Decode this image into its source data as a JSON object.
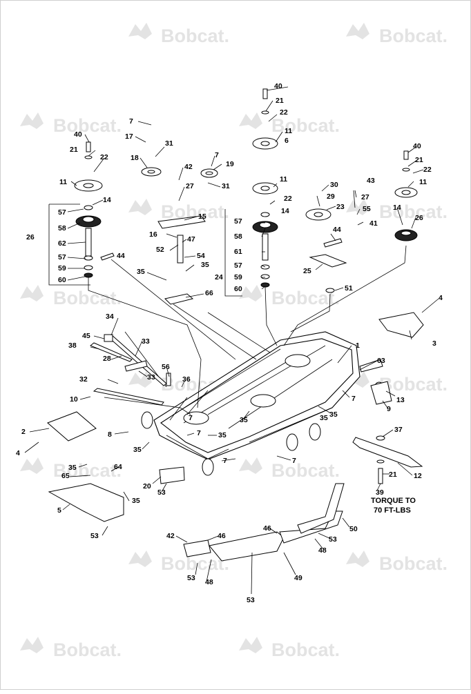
{
  "brand": {
    "watermark_text": "Bobcat.",
    "watermark_color": "#e3e3e3"
  },
  "note": {
    "line1": "TORQUE TO",
    "line2": "70 FT-LBS"
  },
  "callouts": {
    "c1": "1",
    "c2": "2",
    "c3": "3",
    "c4a": "4",
    "c4b": "4",
    "c5": "5",
    "c6": "6",
    "c7a": "7",
    "c7b": "7",
    "c7c": "7",
    "c7d": "7",
    "c7e": "7",
    "c7f": "7",
    "c7g": "7",
    "c8": "8",
    "c9": "9",
    "c10": "10",
    "c11a": "11",
    "c11b": "11",
    "c11c": "11",
    "c11d": "11",
    "c12": "12",
    "c13": "13",
    "c14a": "14",
    "c14b": "14",
    "c14c": "14",
    "c15": "15",
    "c16": "16",
    "c17": "17",
    "c18": "18",
    "c19": "19",
    "c20": "20",
    "c21a": "21",
    "c21b": "21",
    "c21c": "21",
    "c21d": "21",
    "c22a": "22",
    "c22b": "22",
    "c22c": "22",
    "c22d": "22",
    "c23": "23",
    "c24": "24",
    "c25": "25",
    "c26a": "26",
    "c26b": "26",
    "c27a": "27",
    "c27b": "27",
    "c28": "28",
    "c29": "29",
    "c30": "30",
    "c31a": "31",
    "c31b": "31",
    "c32": "32",
    "c33a": "33",
    "c33b": "33",
    "c34": "34",
    "c35a": "35",
    "c35b": "35",
    "c35c": "35",
    "c35d": "35",
    "c35e": "35",
    "c35f": "35",
    "c35g": "35",
    "c35h": "35",
    "c35i": "35",
    "c36": "36",
    "c37": "37",
    "c38": "38",
    "c39": "39",
    "c40a": "40",
    "c40b": "40",
    "c40c": "40",
    "c41": "41",
    "c42a": "42",
    "c42b": "42",
    "c43": "43",
    "c44a": "44",
    "c44b": "44",
    "c45": "45",
    "c46a": "46",
    "c46b": "46",
    "c47": "47",
    "c48a": "48",
    "c48b": "48",
    "c49": "49",
    "c50": "50",
    "c51": "51",
    "c52": "52",
    "c53a": "53",
    "c53b": "53",
    "c53c": "53",
    "c53d": "53",
    "c53e": "53",
    "c54": "54",
    "c55": "55",
    "c56": "56",
    "c57a": "57",
    "c57b": "57",
    "c57c": "57",
    "c57d": "57",
    "c58a": "58",
    "c58b": "58",
    "c59a": "59",
    "c59b": "59",
    "c60a": "60",
    "c60b": "60",
    "c61": "61",
    "c62": "62",
    "c63": "63",
    "c64": "64",
    "c65": "65",
    "c66": "66"
  }
}
